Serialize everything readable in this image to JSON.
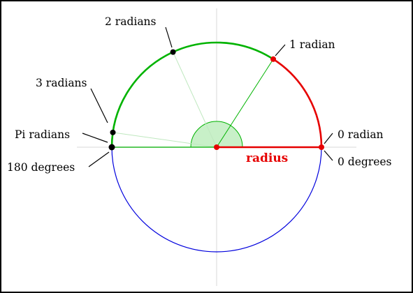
{
  "labels": {
    "two_radians": "2 radians",
    "one_radian": "1 radian",
    "three_radians": "3 radians",
    "pi_radians": "Pi radians",
    "one_eighty_degrees": "180 degrees",
    "zero_radian": "0 radian",
    "zero_degrees": "0 degrees",
    "radius": "radius"
  },
  "colors": {
    "radius_arc": "#e60000",
    "angle_arc": "#00b300",
    "lower_circle": "#0000dd",
    "wedge_fill": "#c8f0c8",
    "axis": "#e6e6e6",
    "frame": "#000000"
  },
  "points": {
    "zero": {
      "angle_rad": 0
    },
    "one": {
      "angle_rad": 1
    },
    "two": {
      "angle_rad": 2
    },
    "three": {
      "angle_rad": 3
    },
    "pi": {
      "angle_rad": 3.14159
    }
  }
}
